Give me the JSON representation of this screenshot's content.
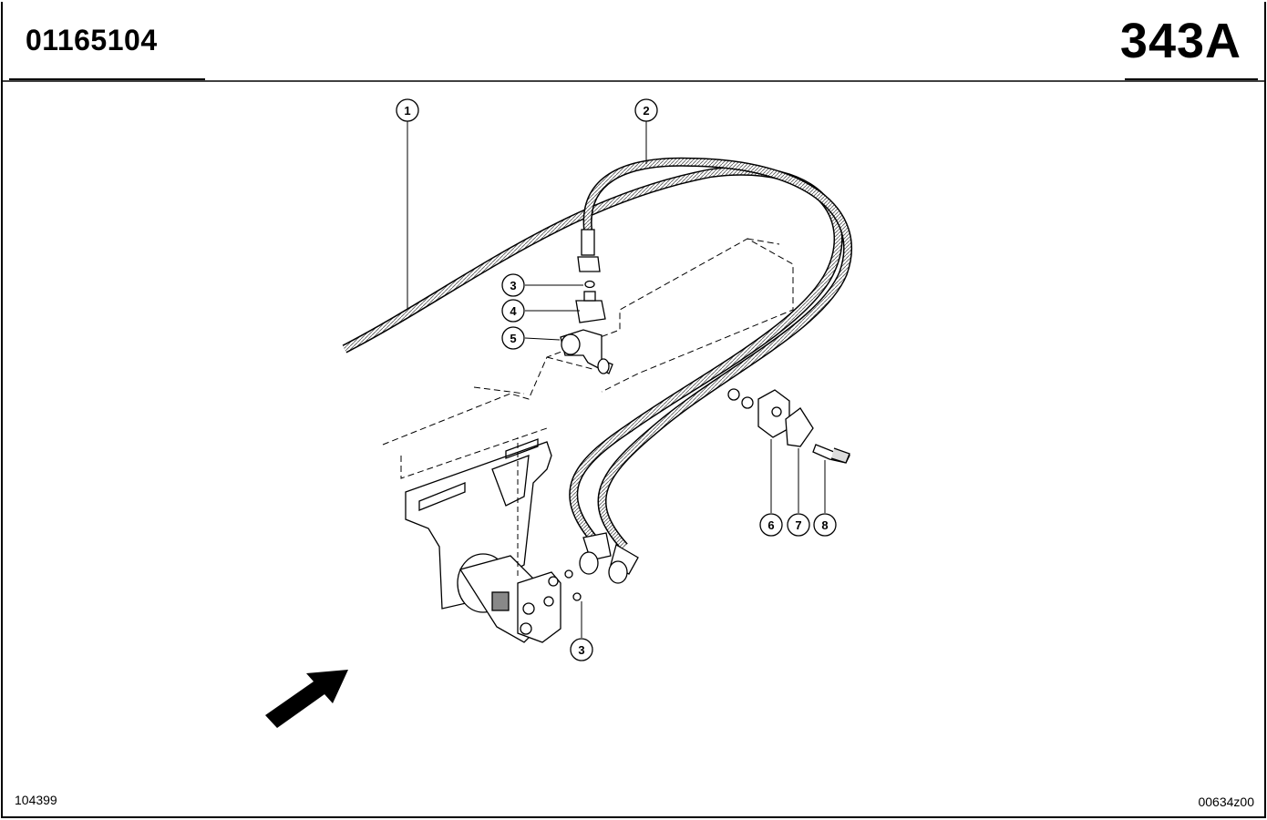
{
  "header": {
    "document_number": "01165104",
    "page_code": "343A"
  },
  "footer": {
    "left_code": "104399",
    "right_code": "00634z00"
  },
  "callouts": [
    {
      "id": "callout-1",
      "label": "1"
    },
    {
      "id": "callout-2",
      "label": "2"
    },
    {
      "id": "callout-3-top",
      "label": "3"
    },
    {
      "id": "callout-4",
      "label": "4"
    },
    {
      "id": "callout-5",
      "label": "5"
    },
    {
      "id": "callout-6",
      "label": "6"
    },
    {
      "id": "callout-7",
      "label": "7"
    },
    {
      "id": "callout-8",
      "label": "8"
    },
    {
      "id": "callout-3-bottom",
      "label": "3"
    }
  ]
}
